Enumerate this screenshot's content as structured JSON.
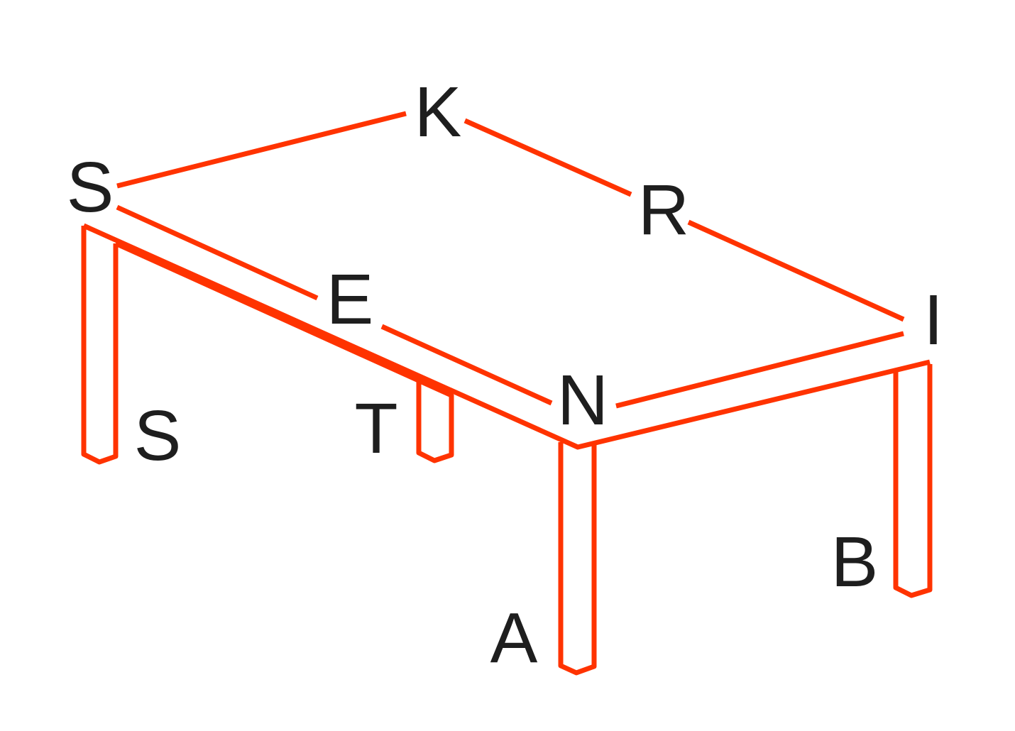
{
  "logo": {
    "letters": {
      "top_left": "S",
      "top": "K",
      "right_edge": "R",
      "right_corner": "I",
      "front_edge": "E",
      "front_corner": "N",
      "leg_back_left": "S",
      "leg_middle": "T",
      "leg_front": "A",
      "leg_right": "B"
    }
  },
  "colors": {
    "accent": "#ff3300",
    "text": "#1e1e1e",
    "background": "#ffffff"
  }
}
